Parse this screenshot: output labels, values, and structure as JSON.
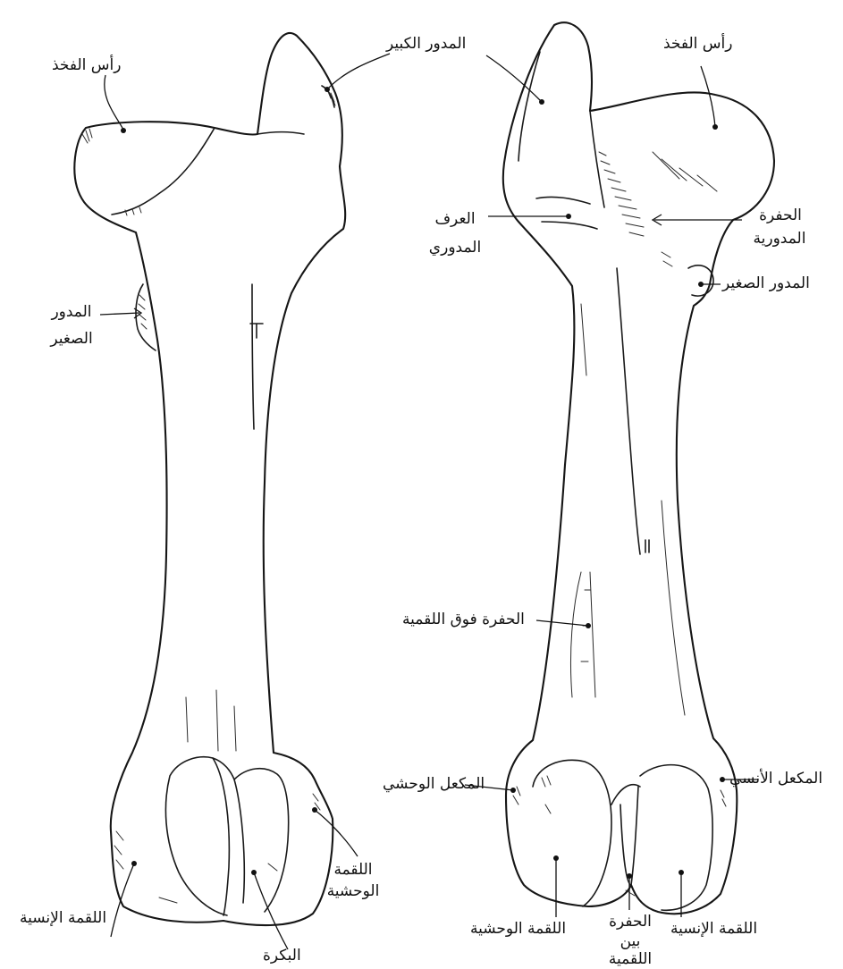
{
  "figure": {
    "left_view": {
      "labels": {
        "head": "رأس الفخذ",
        "greater_trochanter": "المدور الكبير",
        "lesser_trochanter_line1": "المدور",
        "lesser_trochanter_line2": "الصغير",
        "medial_condyle": "اللقمة الإنسية",
        "lateral_condyle_line1": "اللقمة",
        "lateral_condyle_line2": "الوحشية",
        "trochlea": "البكرة"
      }
    },
    "right_view": {
      "labels": {
        "head": "رأس الفخذ",
        "trochanteric_fossa_line1": "الحفرة",
        "trochanteric_fossa_line2": "المدورية",
        "trochanteric_crest_line1": "العرف",
        "trochanteric_crest_line2": "المدوري",
        "lesser_trochanter": "المدور الصغير",
        "supracondylar_fossa": "الحفرة فوق اللقمية",
        "medial_epicondyle": "المكعل الأنسي",
        "lateral_epicondyle": "المكعل الوحشي",
        "lateral_condyle": "اللقمة الوحشية",
        "intercondylar_fossa_line1": "الحفرة",
        "intercondylar_fossa_line2": "بين",
        "intercondylar_fossa_line3": "اللقمية",
        "medial_condyle": "اللقمة الإنسية"
      }
    }
  }
}
